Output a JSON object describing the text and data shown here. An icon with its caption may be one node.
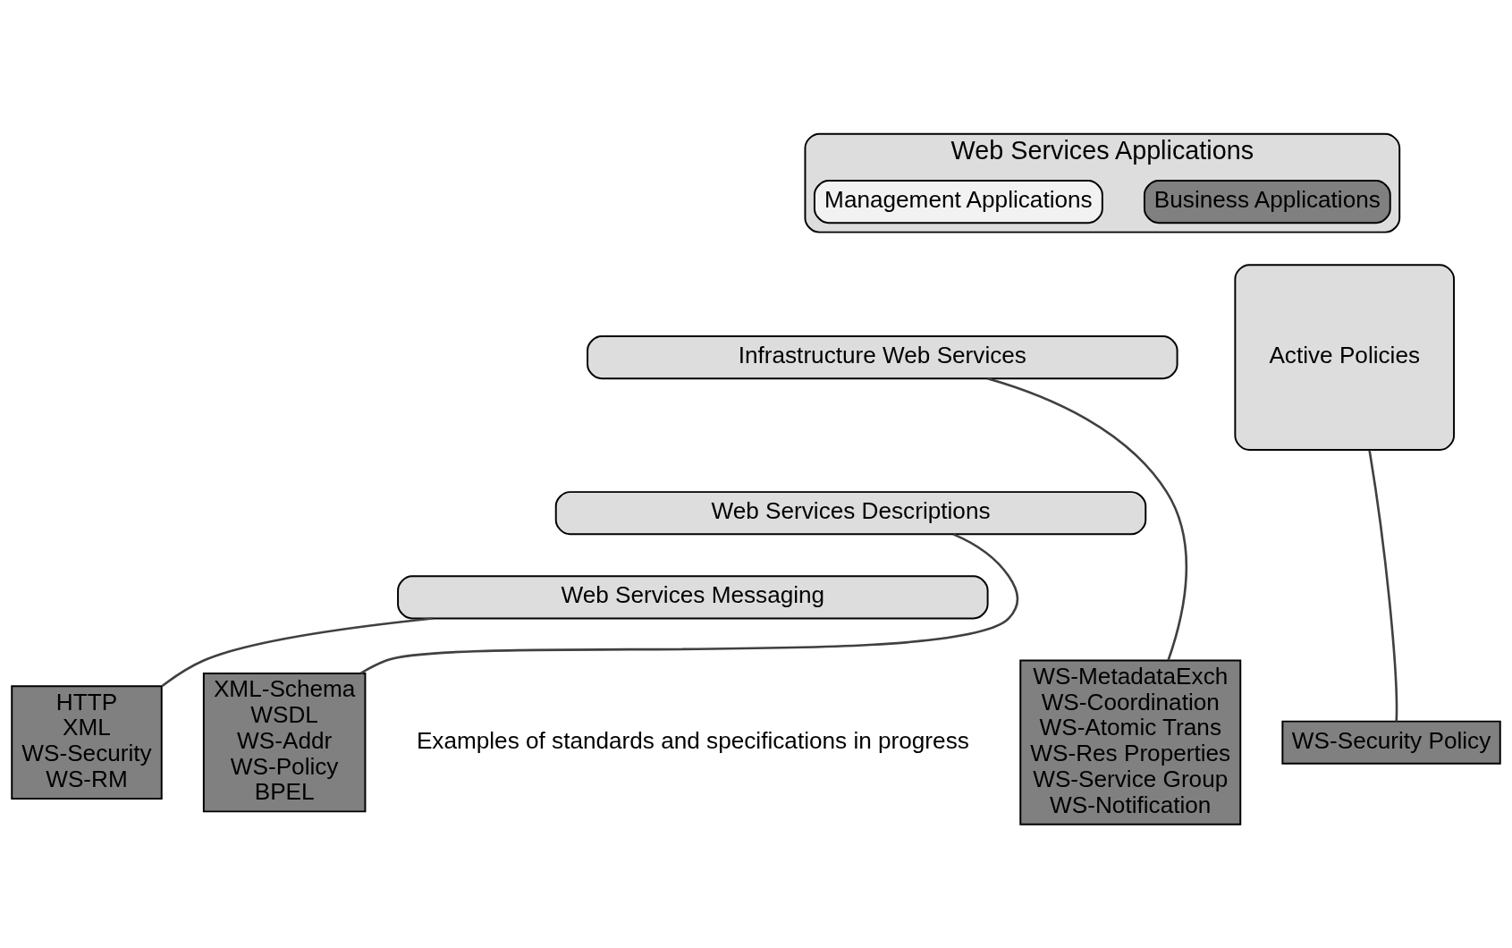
{
  "diagram": {
    "nodes": [
      {
        "text": [
          "Web Services Applications"
        ]
      },
      {
        "text": [
          "Management Applications"
        ],
        "in": 0
      },
      {
        "text": [
          "Business Applications"
        ],
        "in": 0
      },
      {
        "text": [
          "Infrastructure Web Services"
        ]
      },
      {
        "text": [
          "Web Services Descriptions"
        ]
      },
      {
        "text": [
          "Web Services Messaging"
        ]
      },
      {
        "text": [
          "Active Policies"
        ]
      },
      {
        "text": [
          "HTTP",
          "XML",
          "WS-Security",
          "WS-RM"
        ]
      },
      {
        "text": [
          "XML-Schema",
          "WSDL",
          "WS-Addr",
          "WS-Policy",
          "BPEL"
        ]
      },
      {
        "text": [
          "WS-MetadataExch",
          "WS-Coordination",
          "WS-Atomic Trans",
          "WS-Res Properties",
          "WS-Service Group",
          "WS-Notification"
        ]
      },
      {
        "text": [
          "WS-Security Policy"
        ]
      }
    ],
    "edges": [
      {
        "from": 7,
        "to": 5,
        "arrow": "none"
      },
      {
        "from": 8,
        "to": 4,
        "arrow": "none"
      },
      {
        "from": 9,
        "to": 3,
        "arrow": "none"
      },
      {
        "from": 10,
        "to": 6,
        "arrow": "none"
      }
    ],
    "labels": [
      "Examples of standards and specifications in progress"
    ]
  }
}
